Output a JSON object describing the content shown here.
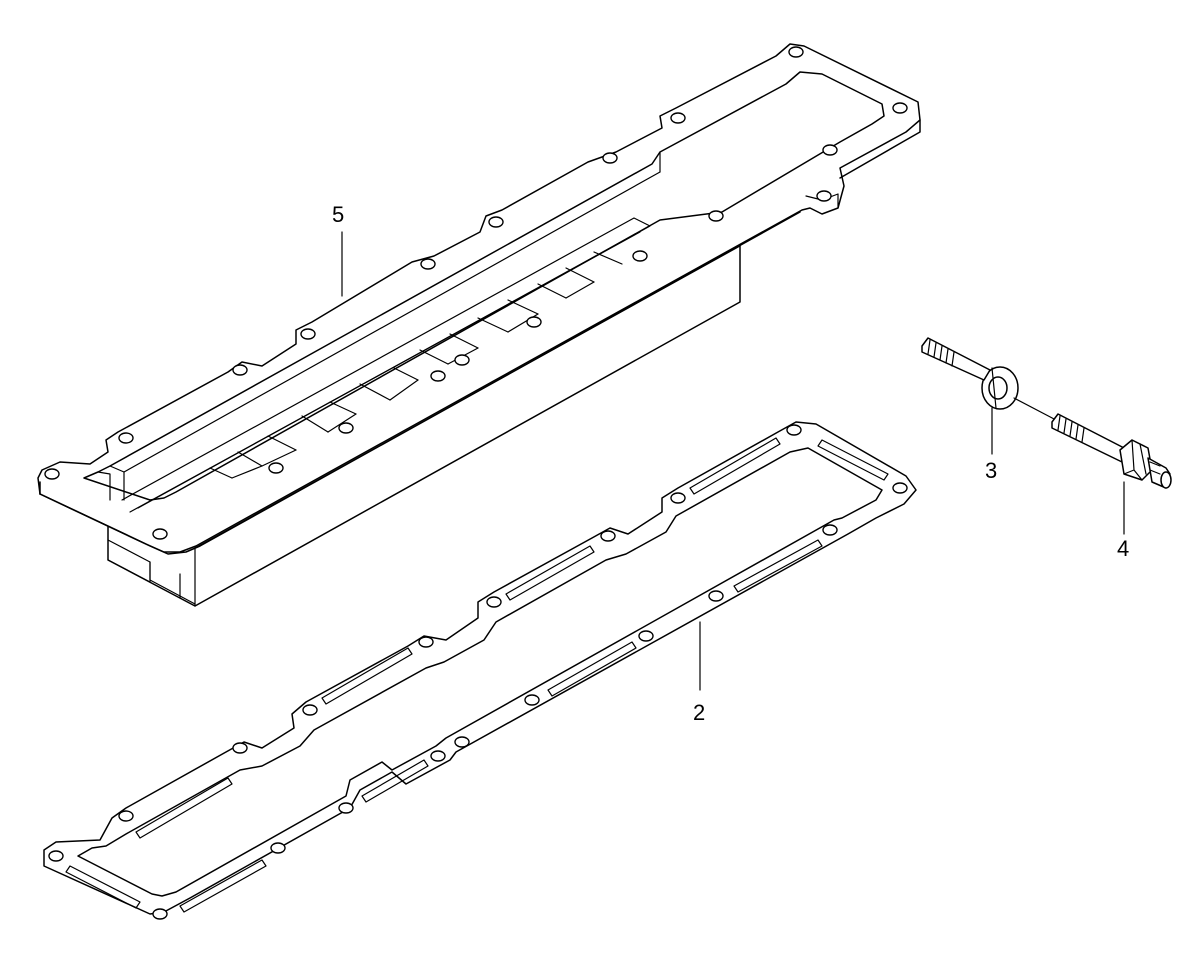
{
  "callouts": {
    "part_2": "2",
    "part_3": "3",
    "part_4": "4",
    "part_5": "5"
  },
  "colors": {
    "line": "#000000",
    "background": "#ffffff"
  }
}
